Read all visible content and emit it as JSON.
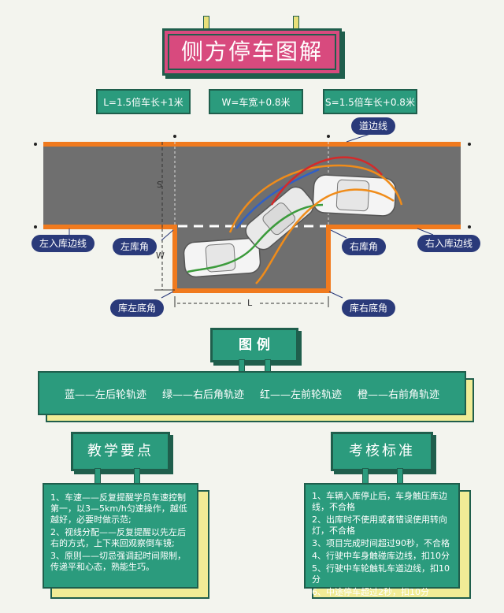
{
  "title": "侧方停车图解",
  "formulas": {
    "length": "L=1.5倍车长+1米",
    "width": "W=车宽+0.8米",
    "shift": "S=1.5倍车长+0.8米"
  },
  "labels": {
    "road_edge": "道边线",
    "left_entry": "左入库边线",
    "left_corner": "左库角",
    "right_corner": "右库角",
    "right_entry": "右入库边线",
    "bottom_left": "库左底角",
    "bottom_right": "库右底角",
    "S": "S",
    "W": "W",
    "L": "L"
  },
  "legend": {
    "title": "图  例",
    "items": [
      {
        "text": "蓝——左后轮轨迹",
        "color": "#2f5fc8"
      },
      {
        "text": "绿——右后角轨迹",
        "color": "#3c9b3c"
      },
      {
        "text": "红——左前轮轨迹",
        "color": "#d42a2a"
      },
      {
        "text": "橙——右前角轨迹",
        "color": "#f08c1a"
      }
    ]
  },
  "teaching": {
    "title": "教学要点",
    "items": [
      "1、车速——反复提醒学员车速控制第一，以3—5km/h匀速操作，越低越好，必要时做示范;",
      "2、视线分配——反复提醒以先左后右的方式，上下来回观察倒车镜;",
      "3、原则——切忌强调起时间限制，传递平和心态，熟能生巧。"
    ]
  },
  "assessment": {
    "title": "考核标准",
    "items": [
      "1、车辆入库停止后，车身触压库边线，不合格",
      "2、出库时不使用或者错误使用转向灯，不合格",
      "3、项目完成时间超过90秒，不合格",
      "4、行驶中车身触碰库边线，扣10分",
      "5、行驶中车轮触轧车道边线，扣10分",
      "6、中途停车超过2秒，扣10分"
    ]
  },
  "colors": {
    "accent": "#2b9b7d",
    "title_sign": "#d84a7e",
    "road": "#6f6f6f",
    "edge": "#f07a1e",
    "callout": "#2a3a7a"
  }
}
